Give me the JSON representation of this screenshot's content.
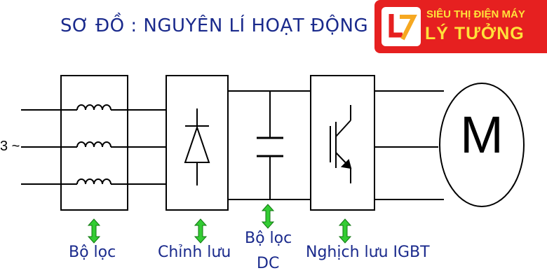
{
  "diagram": {
    "title": "SƠ ĐỒ : NGUYÊN LÍ HOẠT ĐỘNG CỦA",
    "input_symbol": "3 ~",
    "blocks": {
      "filter": "Bộ lọc",
      "rectifier": "Chỉnh lưu",
      "dc_filter_line1": "Bộ lọc",
      "dc_filter_line2": "DC",
      "inverter": "Nghịch lưu IGBT"
    },
    "motor_label": "M"
  },
  "brand": {
    "line1": "SIÊU THỊ ĐIỆN MÁY",
    "line2": "LÝ TƯỞNG",
    "logo_glyph": "LT",
    "background_color": "#e62020",
    "text_color": "#ffe23a"
  },
  "colors": {
    "label_text": "#1a2a8c",
    "arrow_fill": "#33cc33",
    "lines": "#000000"
  }
}
